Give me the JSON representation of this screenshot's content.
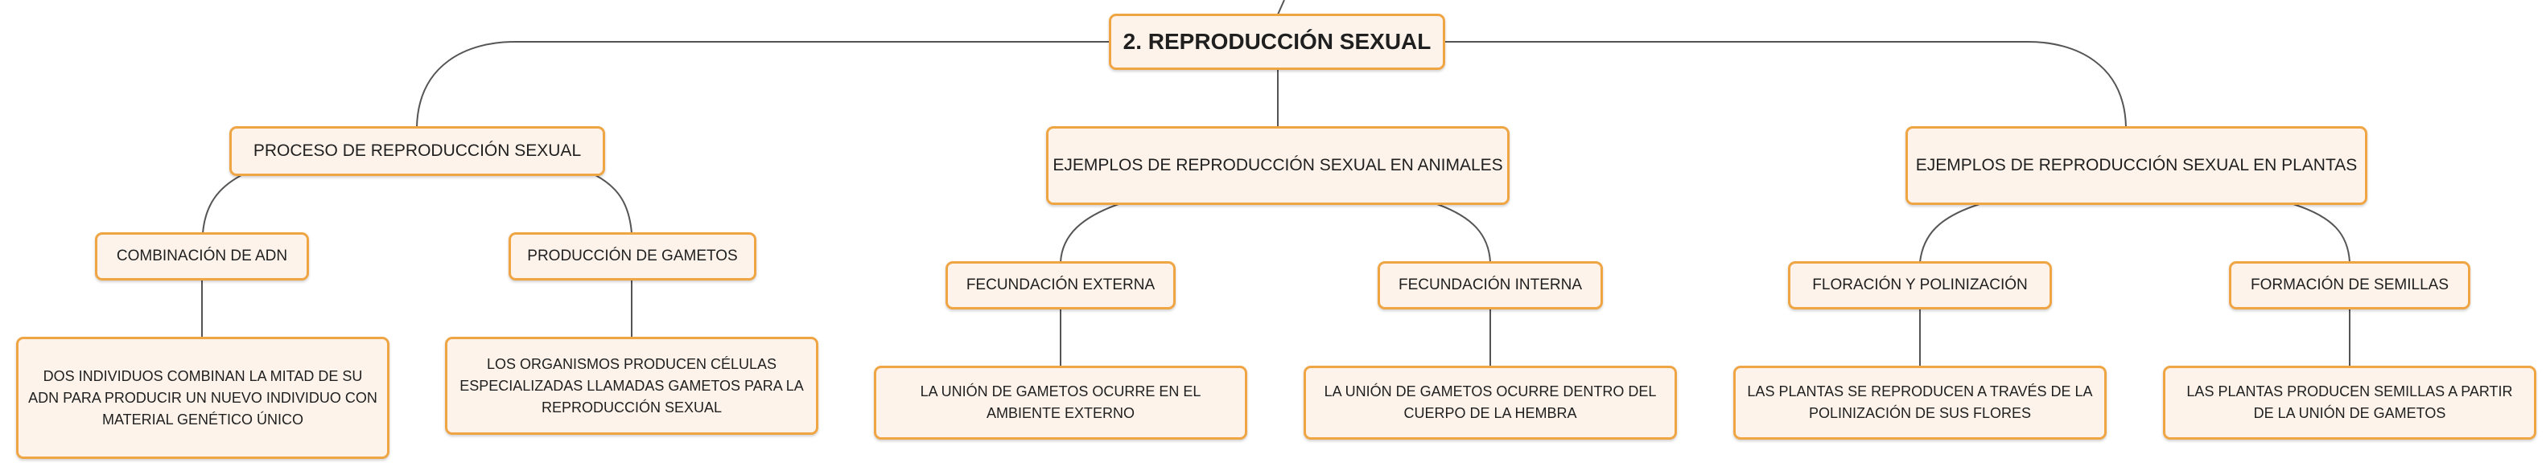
{
  "root": {
    "label": "2. REPRODUCCIÓN SEXUAL"
  },
  "branches": [
    {
      "label": "PROCESO DE REPRODUCCIÓN SEXUAL",
      "children": [
        {
          "label": "COMBINACIÓN DE ADN",
          "detail": "DOS INDIVIDUOS COMBINAN LA MITAD DE SU ADN PARA PRODUCIR UN NUEVO INDIVIDUO CON MATERIAL GENÉTICO ÚNICO"
        },
        {
          "label": "PRODUCCIÓN DE GAMETOS",
          "detail": "LOS ORGANISMOS PRODUCEN CÉLULAS ESPECIALIZADAS LLAMADAS GAMETOS PARA LA REPRODUCCIÓN SEXUAL"
        }
      ]
    },
    {
      "label": "EJEMPLOS DE REPRODUCCIÓN SEXUAL EN ANIMALES",
      "children": [
        {
          "label": "FECUNDACIÓN EXTERNA",
          "detail": "LA UNIÓN DE GAMETOS OCURRE EN EL AMBIENTE EXTERNO"
        },
        {
          "label": "FECUNDACIÓN INTERNA",
          "detail": "LA UNIÓN DE GAMETOS OCURRE DENTRO DEL CUERPO DE LA HEMBRA"
        }
      ]
    },
    {
      "label": "EJEMPLOS DE REPRODUCCIÓN SEXUAL EN PLANTAS",
      "children": [
        {
          "label": "FLORACIÓN Y POLINIZACIÓN",
          "detail": "LAS PLANTAS SE REPRODUCEN A TRAVÉS DE LA POLINIZACIÓN DE SUS FLORES"
        },
        {
          "label": "FORMACIÓN DE SEMILLAS",
          "detail": "LAS PLANTAS PRODUCEN SEMILLAS A PARTIR DE LA UNIÓN DE GAMETOS"
        }
      ]
    }
  ],
  "colors": {
    "node_fill": "#fdf3ea",
    "node_border": "#f0a544",
    "connector": "#555555",
    "text": "#1f1f1f"
  }
}
